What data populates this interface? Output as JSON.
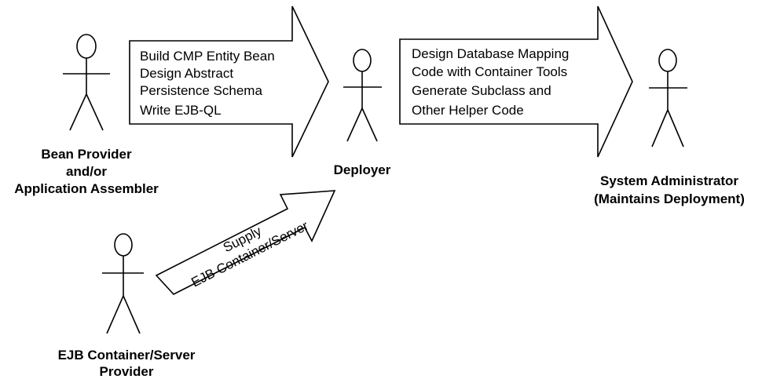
{
  "diagram": {
    "arrows": {
      "build": {
        "lines": [
          "Build CMP Entity Bean",
          "Design Abstract",
          "Persistence Schema",
          "Write EJB-QL"
        ]
      },
      "design": {
        "lines": [
          "Design Database Mapping",
          "Code with Container Tools",
          "Generate Subclass and",
          "Other Helper Code"
        ]
      },
      "supply": {
        "lines": [
          "Supply",
          "EJB Container/Server"
        ]
      }
    },
    "actors": {
      "bean_provider": {
        "lines": [
          "Bean Provider",
          "and/or",
          "Application Assembler"
        ]
      },
      "deployer": {
        "lines": [
          "Deployer"
        ]
      },
      "system_admin": {
        "lines": [
          "System Administrator",
          "(Maintains Deployment)"
        ]
      },
      "container_provider": {
        "lines": [
          "EJB Container/Server",
          "Provider"
        ]
      }
    }
  }
}
